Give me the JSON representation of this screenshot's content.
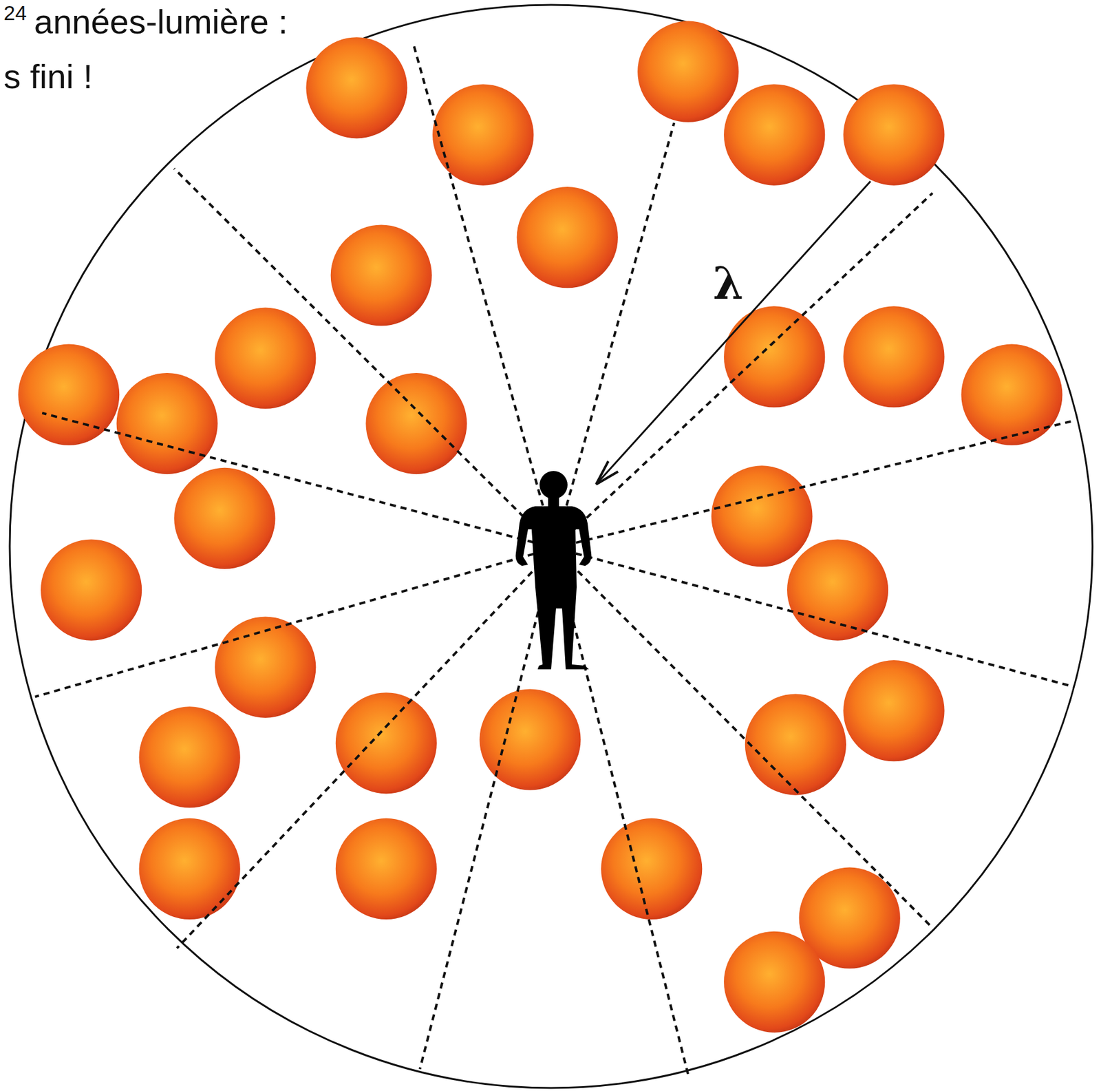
{
  "diagram": {
    "labels": [
      "24",
      "années-lumière :",
      "s fini !",
      "λ"
    ]
  }
}
